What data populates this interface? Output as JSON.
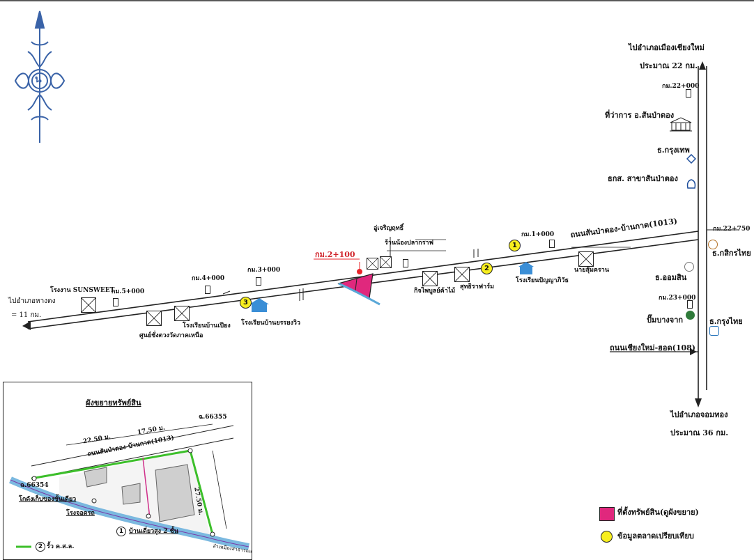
{
  "north_symbol": "น",
  "route_labels": {
    "to_chiangmai": "ไปอำเภอเมืองเชียงใหม่",
    "to_chiangmai_dist": "ประมาณ 22 กม.",
    "to_chomthong": "ไปอำเภอจอมทอง",
    "to_chomthong_dist": "ประมาณ 36 กม.",
    "to_hang_dong": "ไปอำเภอหางดง",
    "to_hang_dong_dist": "= 11 กม.",
    "main_road": "ถนนสันป่าตอง-บ้านกาด(1013)",
    "highway": "ถนนเชียงใหม่-ฮอด(108)"
  },
  "km_markers": {
    "km22_000": "กม.22+000",
    "km22_750": "กม.22+750",
    "km23_000": "กม.23+000",
    "km1_000": "กม.1+000",
    "km3_000": "กม.3+000",
    "km4_000": "กม.4+000",
    "km5_000": "กม.5+000",
    "subject_km": "กม.2+100"
  },
  "landmarks": {
    "district_office": "ที่ว่าการ อ.สันป่าตอง",
    "bank_krungthep": "ธ.กรุงเทพ",
    "baac": "ธกส. สาขาสันป่าตอง",
    "kasikorn": "ธ.กสิกรไทย",
    "thanachart": "ธ.ออมสิน",
    "krungthai": "ธ.กรุงไทย",
    "gas_station": "ปั๊มบางจาก",
    "nai_sumkran": "นายสุ้มคราน",
    "school_1": "โรงเรียนปัญญาภิวัธ",
    "sutthi_farm": "สุทธิราฟาร์ม",
    "kitti_shop": "กิจไพบูลย์ค้าไม้",
    "charoen": "อู่เจริญฤทธิ์",
    "coffee_shop": "ร้านน้องปลากราฟ",
    "school_3": "โรงเรียนบ้านยรรยงวิว",
    "sunsweet": "โรงงาน SUNSWEET",
    "school_banpiang": "โรงเรียนบ้านเปียง",
    "center": "ศูนย์ชั่งตวงวัดภาคเหนือ"
  },
  "markers": [
    "1",
    "2",
    "3"
  ],
  "inset": {
    "title": "ผังขยายทรัพย์สิน",
    "parcel_left": "ฉ.66354",
    "parcel_right": "ฉ.66355",
    "dim_1": "22.50 ม.",
    "dim_2": "17.50 ม.",
    "dim_3": "27.50 ม.",
    "road": "ถนนสันป่าตอง-บ้านกาด(1013)",
    "label_house_1": "โกดังเก็บของชั้นเดียว",
    "label_garage": "โรงจอดรถ",
    "label_house_2": "บ้านเดี่ยวสูง 2 ชั้น",
    "canal": "ลำเหมืองสาธารณะ",
    "marker_1": "1",
    "legend_fence_num": "2",
    "legend_fence": "รั้ว ค.ส.ล."
  },
  "legend": {
    "property": "ที่ตั้งทรัพย์สิน(ดูผังขยาย)",
    "market": "ข้อมูลตลาดเปรียบเทียบ"
  },
  "colors": {
    "property": "#e0287d",
    "market": "#f7ee1e",
    "canal": "#5aa8d8",
    "fence": "#3cbf2a",
    "marker_red": "#e8252b",
    "north_arrow": "#3a63a8"
  }
}
